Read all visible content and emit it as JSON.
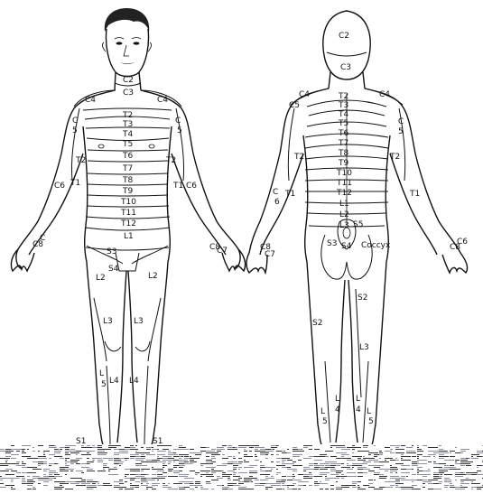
{
  "front": {
    "labels": [
      {
        "id": "c2",
        "text": "C2"
      },
      {
        "id": "c3",
        "text": "C3"
      },
      {
        "id": "c4-l",
        "text": "C4"
      },
      {
        "id": "c4-r",
        "text": "C4"
      },
      {
        "id": "t2",
        "text": "T2"
      },
      {
        "id": "t3",
        "text": "T3"
      },
      {
        "id": "t4",
        "text": "T4"
      },
      {
        "id": "t5",
        "text": "T5"
      },
      {
        "id": "t6",
        "text": "T6"
      },
      {
        "id": "t7",
        "text": "T7"
      },
      {
        "id": "t8",
        "text": "T8"
      },
      {
        "id": "t9",
        "text": "T9"
      },
      {
        "id": "t10",
        "text": "T10"
      },
      {
        "id": "t11",
        "text": "T11"
      },
      {
        "id": "t12",
        "text": "T12"
      },
      {
        "id": "l1",
        "text": "L1"
      },
      {
        "id": "c5-l",
        "text": "C"
      },
      {
        "id": "c5-l2",
        "text": "5"
      },
      {
        "id": "c5-r",
        "text": "C"
      },
      {
        "id": "c5-r2",
        "text": "5"
      },
      {
        "id": "t2-l",
        "text": "T2"
      },
      {
        "id": "t2-r",
        "text": "T2"
      },
      {
        "id": "c6-l",
        "text": "C6"
      },
      {
        "id": "t1-l",
        "text": "T1"
      },
      {
        "id": "t1-r",
        "text": "T1"
      },
      {
        "id": "c6-r",
        "text": "C6"
      },
      {
        "id": "c8-l",
        "text": "C8"
      },
      {
        "id": "c8-r",
        "text": "C8"
      },
      {
        "id": "c7-l",
        "text": "C"
      },
      {
        "id": "c7-r",
        "text": "C7"
      },
      {
        "id": "s3",
        "text": "S3"
      },
      {
        "id": "s4",
        "text": "S4"
      },
      {
        "id": "l2-l",
        "text": "L2"
      },
      {
        "id": "l2-r",
        "text": "L2"
      },
      {
        "id": "l3-l",
        "text": "L3"
      },
      {
        "id": "l3-r",
        "text": "L3"
      },
      {
        "id": "l5",
        "text": "L"
      },
      {
        "id": "l5b",
        "text": "5"
      },
      {
        "id": "l4-l",
        "text": "L4"
      },
      {
        "id": "l4-r",
        "text": "L4"
      },
      {
        "id": "s1-l",
        "text": "S1"
      },
      {
        "id": "s1-r",
        "text": "S1"
      }
    ]
  },
  "back": {
    "labels": [
      {
        "id": "c2",
        "text": "C2"
      },
      {
        "id": "c3",
        "text": "C3"
      },
      {
        "id": "c4-l",
        "text": "C4"
      },
      {
        "id": "c4-r",
        "text": "C4"
      },
      {
        "id": "c5-l",
        "text": "C5"
      },
      {
        "id": "t2",
        "text": "T2"
      },
      {
        "id": "t3",
        "text": "T3"
      },
      {
        "id": "t4",
        "text": "T4"
      },
      {
        "id": "t5",
        "text": "T5"
      },
      {
        "id": "t6",
        "text": "T6"
      },
      {
        "id": "t7",
        "text": "T7"
      },
      {
        "id": "t8",
        "text": "T8"
      },
      {
        "id": "t9",
        "text": "T9"
      },
      {
        "id": "t10",
        "text": "T10"
      },
      {
        "id": "t11",
        "text": "T11"
      },
      {
        "id": "t12",
        "text": "T12"
      },
      {
        "id": "l1",
        "text": "L1"
      },
      {
        "id": "l2",
        "text": "L2"
      },
      {
        "id": "l3",
        "text": "L3"
      },
      {
        "id": "c5-r",
        "text": "C"
      },
      {
        "id": "c5-r2",
        "text": "5"
      },
      {
        "id": "t2-l",
        "text": "T2"
      },
      {
        "id": "t2-r",
        "text": "T2"
      },
      {
        "id": "c6-l",
        "text": "C"
      },
      {
        "id": "c6-l2",
        "text": "6"
      },
      {
        "id": "t1-l",
        "text": "T1"
      },
      {
        "id": "t1-r",
        "text": "T1"
      },
      {
        "id": "s5",
        "text": "S5"
      },
      {
        "id": "s4",
        "text": "S4"
      },
      {
        "id": "s3",
        "text": "S3"
      },
      {
        "id": "coccyx",
        "text": "Coccyx"
      },
      {
        "id": "c8-l",
        "text": "C8"
      },
      {
        "id": "c7-l",
        "text": "C7"
      },
      {
        "id": "c6-r",
        "text": "C6"
      },
      {
        "id": "c8-r",
        "text": "C8"
      },
      {
        "id": "s2-l",
        "text": "S2"
      },
      {
        "id": "s2-r",
        "text": "S2"
      },
      {
        "id": "l3-leg",
        "text": "L3"
      },
      {
        "id": "l4-l",
        "text": "L"
      },
      {
        "id": "l4-l2",
        "text": "4"
      },
      {
        "id": "l4-r",
        "text": "L"
      },
      {
        "id": "l4-r2",
        "text": "4"
      },
      {
        "id": "l5-l",
        "text": "L"
      },
      {
        "id": "l5-l2",
        "text": "5"
      },
      {
        "id": "l5-r",
        "text": "L"
      },
      {
        "id": "l5-r2",
        "text": "5"
      }
    ]
  }
}
